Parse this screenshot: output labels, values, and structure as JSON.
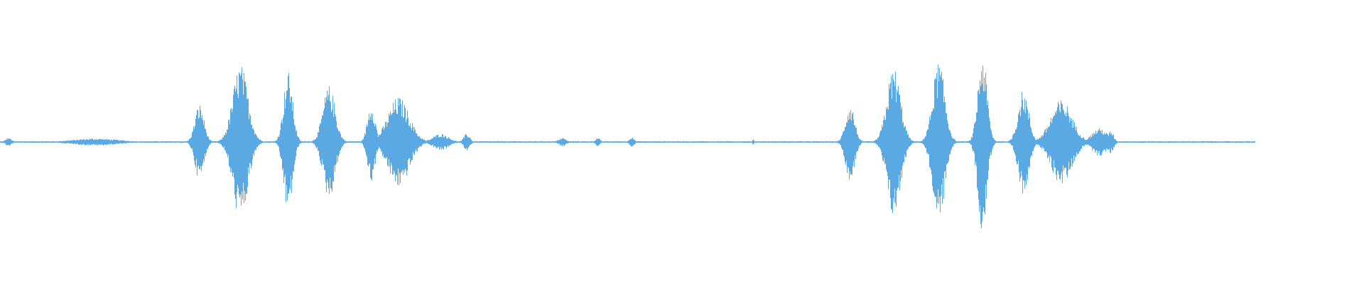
{
  "waveform": {
    "color": "#5aa9e3",
    "baseline_ratio": 0.5,
    "clips": [
      {
        "name": "first-utterance",
        "bursts": [
          {
            "center": 0.006,
            "width": 0.004,
            "amp": 0.03
          },
          {
            "center": 0.07,
            "width": 0.03,
            "amp": 0.025
          },
          {
            "center": 0.146,
            "width": 0.006,
            "amp": 0.27
          },
          {
            "center": 0.176,
            "width": 0.01,
            "amp": 0.55
          },
          {
            "center": 0.211,
            "width": 0.006,
            "amp": 0.5
          },
          {
            "center": 0.241,
            "width": 0.008,
            "amp": 0.4
          },
          {
            "center": 0.272,
            "width": 0.005,
            "amp": 0.28
          },
          {
            "center": 0.292,
            "width": 0.014,
            "amp": 0.32
          },
          {
            "center": 0.323,
            "width": 0.01,
            "amp": 0.06
          },
          {
            "center": 0.342,
            "width": 0.004,
            "amp": 0.06
          },
          {
            "center": 0.412,
            "width": 0.005,
            "amp": 0.03
          },
          {
            "center": 0.438,
            "width": 0.003,
            "amp": 0.03
          },
          {
            "center": 0.463,
            "width": 0.003,
            "amp": 0.04
          }
        ]
      },
      {
        "name": "second-utterance",
        "bursts": [
          {
            "center": 0.552,
            "width": 0.001,
            "amp": 0.02
          },
          {
            "center": 0.623,
            "width": 0.006,
            "amp": 0.27
          },
          {
            "center": 0.655,
            "width": 0.009,
            "amp": 0.53
          },
          {
            "center": 0.688,
            "width": 0.008,
            "amp": 0.57
          },
          {
            "center": 0.72,
            "width": 0.006,
            "amp": 0.63
          },
          {
            "center": 0.75,
            "width": 0.007,
            "amp": 0.37
          },
          {
            "center": 0.778,
            "width": 0.014,
            "amp": 0.3
          },
          {
            "center": 0.806,
            "width": 0.01,
            "amp": 0.1
          },
          {
            "center": 0.814,
            "width": 0.004,
            "amp": 0.08
          }
        ]
      }
    ],
    "end_ratio": 0.92
  }
}
